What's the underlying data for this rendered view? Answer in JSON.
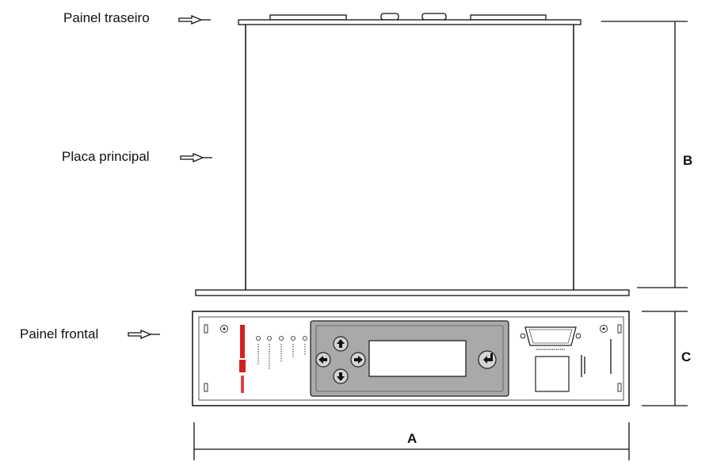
{
  "labels": {
    "rear_panel": "Painel traseiro",
    "main_board": "Placa principal",
    "front_panel": "Painel frontal"
  },
  "dimensions": {
    "width": "A",
    "depth": "B",
    "height": "C"
  },
  "colors": {
    "line": "#111111",
    "keypad": "#a9a9a9",
    "logo": "#d62020"
  },
  "icons": {
    "up": "arrow-up-icon",
    "down": "arrow-down-icon",
    "left": "arrow-left-icon",
    "right": "arrow-right-icon",
    "enter": "enter-icon",
    "pointer": "hollow-arrow-icon"
  }
}
